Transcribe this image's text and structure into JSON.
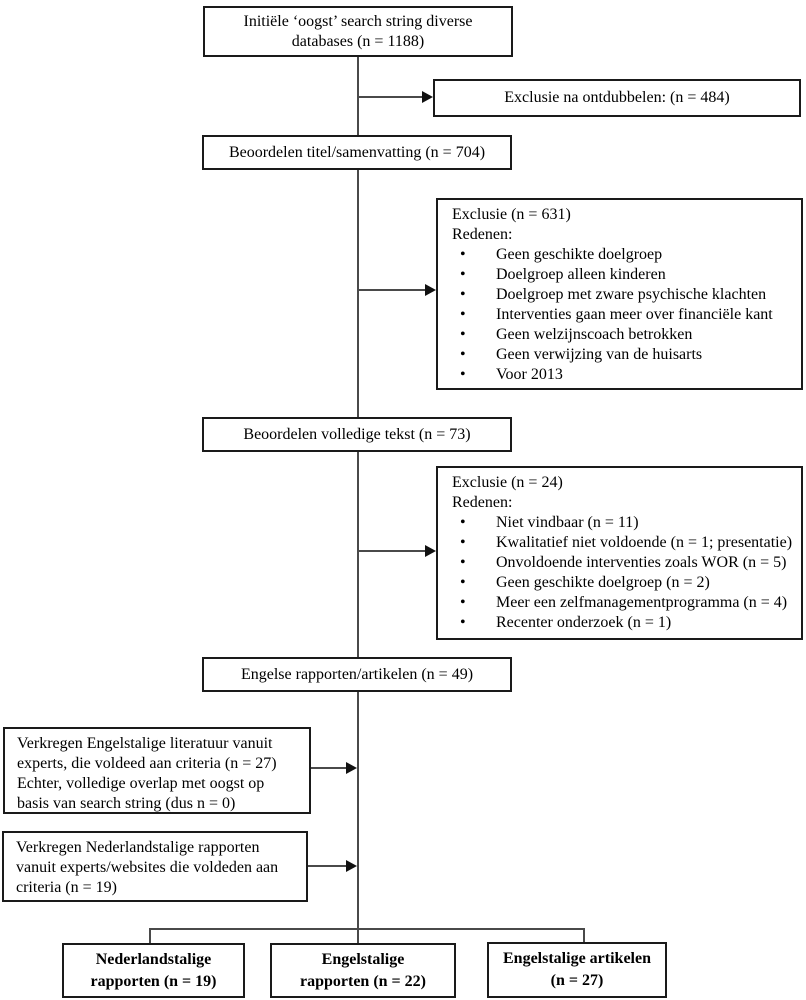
{
  "diagram": {
    "colors": {
      "border": "#1a1a1a",
      "line": "#4a4a4a",
      "text": "#000000",
      "background": "#ffffff"
    },
    "top_box": {
      "line1": "Initiële ‘oogst’ search string diverse",
      "line2": "databases (n = 1188)"
    },
    "exclusie_ontdubbelen": {
      "label": "Exclusie na ontdubbelen: (n = 484)"
    },
    "titel_box": {
      "label": "Beoordelen titel/samenvatting (n = 704)"
    },
    "exclusie1": {
      "title": "Exclusie (n = 631)",
      "reasons_label": "Redenen:",
      "items": [
        "Geen geschikte doelgroep",
        "Doelgroep alleen kinderen",
        "Doelgroep met zware psychische klachten",
        "Interventies gaan meer over financiële kant",
        "Geen welzijnscoach betrokken",
        "Geen verwijzing van de huisarts",
        "Voor 2013"
      ]
    },
    "volledige_box": {
      "label": "Beoordelen volledige tekst (n = 73)"
    },
    "exclusie2": {
      "title": "Exclusie (n = 24)",
      "reasons_label": "Redenen:",
      "items": [
        "Niet vindbaar (n = 11)",
        "Kwalitatief niet voldoende (n = 1; presentatie)",
        "Onvoldoende interventies zoals WOR (n = 5)",
        "Geen geschikte doelgroep (n = 2)",
        "Meer een zelfmanagementprogramma (n = 4)",
        "Recenter onderzoek (n = 1)"
      ]
    },
    "engelse_box": {
      "label": "Engelse rapporten/artikelen (n = 49)"
    },
    "left_experts_en": {
      "lines": [
        "Verkregen Engelstalige literatuur vanuit",
        "experts, die voldeed aan criteria (n = 27)",
        "Echter, volledige overlap met oogst op",
        "basis van search string (dus n = 0)"
      ]
    },
    "left_experts_nl": {
      "lines": [
        "Verkregen Nederlandstalige rapporten",
        "vanuit experts/websites die voldeden aan",
        "criteria (n = 19)"
      ]
    },
    "bottom_nl_rapporten": {
      "line1": "Nederlandstalige",
      "line2": "rapporten (n = 19)"
    },
    "bottom_en_rapporten": {
      "line1": "Engelstalige",
      "line2": "rapporten (n = 22)"
    },
    "bottom_en_artikelen": {
      "line1": "Engelstalige artikelen",
      "line2": "(n = 27)"
    }
  }
}
